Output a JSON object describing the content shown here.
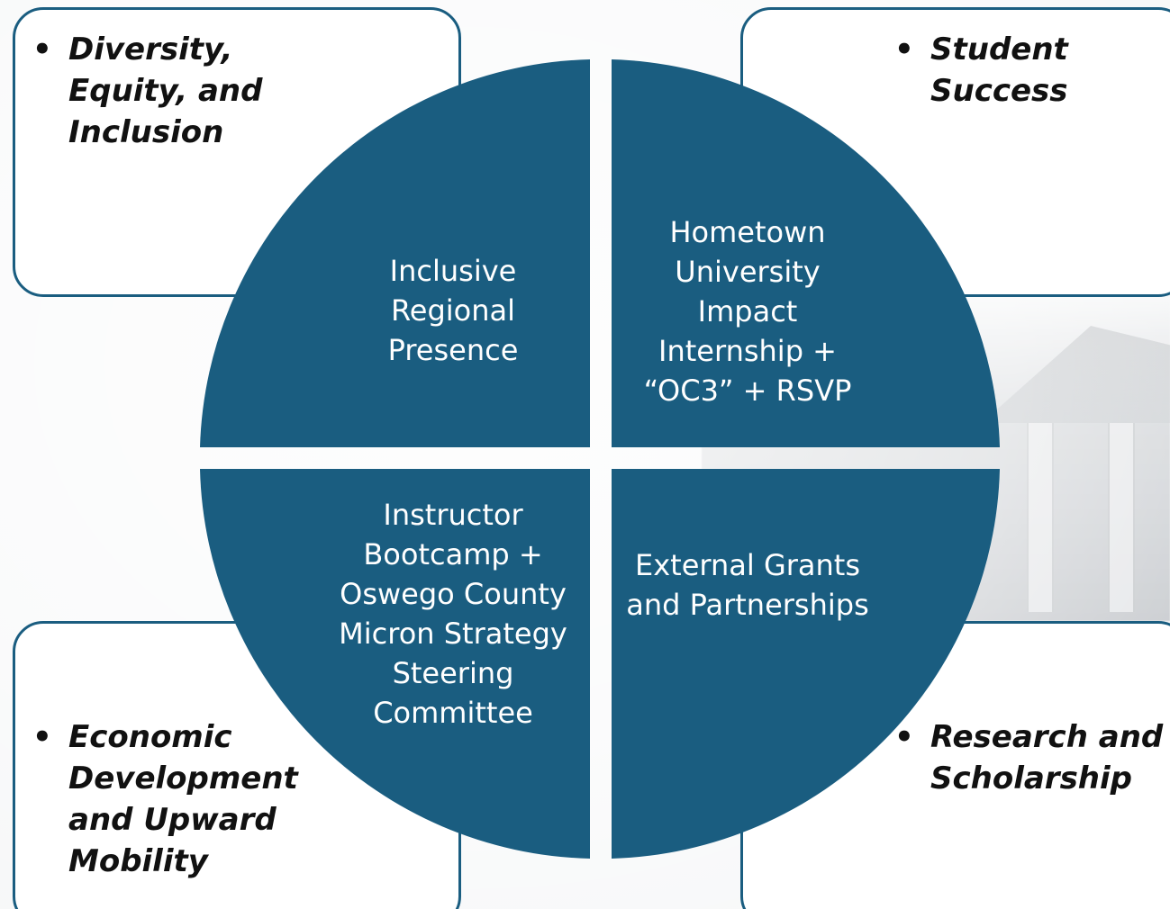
{
  "colors": {
    "quadrant_fill": "#1a5d80",
    "box_border": "#1a5d80",
    "goal_text": "#111111",
    "quadrant_text": "#ffffff"
  },
  "goals": {
    "top_left": {
      "bullet": "•",
      "text": "Diversity, Equity, and Inclusion"
    },
    "top_right": {
      "bullet": "•",
      "text": "Student Success"
    },
    "bottom_left": {
      "bullet": "•",
      "text": "Economic Development and Upward Mobility"
    },
    "bottom_right": {
      "bullet": "•",
      "text": "Research and Scholarship"
    }
  },
  "quadrants": {
    "top_left": "Inclusive Regional Presence",
    "top_right": "Hometown University Impact Internship + “OC3” + RSVP",
    "bottom_left": "Instructor Bootcamp + Oswego County Micron Strategy Steering Committee",
    "bottom_right": "External Grants and Partnerships"
  }
}
